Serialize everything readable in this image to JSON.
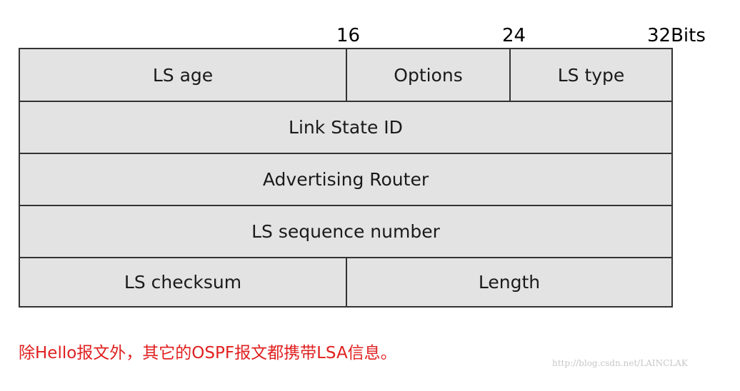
{
  "bit_markers": {
    "b16": "16",
    "b24": "24",
    "b32": "32Bits"
  },
  "lsa_header": {
    "row1": {
      "ls_age": "LS age",
      "options": "Options",
      "ls_type": "LS type"
    },
    "row2": {
      "link_state_id": "Link State ID"
    },
    "row3": {
      "advertising_router": "Advertising Router"
    },
    "row4": {
      "ls_sequence_number": "LS sequence number"
    },
    "row5": {
      "ls_checksum": "LS checksum",
      "length": "Length"
    }
  },
  "caption": "除Hello报文外，其它的OSPF报文都携带LSA信息。",
  "watermark": "http://blog.csdn.net/LAINCLAK",
  "colors": {
    "cell_background": "#e3e3e3",
    "border": "#333333",
    "caption": "#e02020",
    "watermark": "#c8c8c8"
  }
}
